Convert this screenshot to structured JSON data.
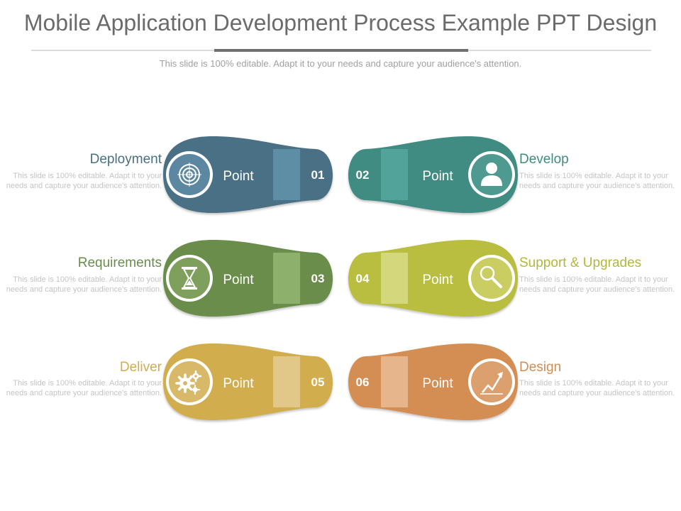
{
  "title": "Mobile Application Development Process Example PPT Design",
  "subtitle": "This slide is 100% editable. Adapt it to your needs and capture your audience's attention.",
  "steps": [
    {
      "number": "01",
      "heading": "Deployment",
      "point": "Point",
      "icon": "target-icon",
      "color": "#4a7085",
      "description": "This slide is 100% editable. Adapt it to your needs and capture your audience's attention."
    },
    {
      "number": "02",
      "heading": "Develop",
      "point": "Point",
      "icon": "user-icon",
      "color": "#3f8b82",
      "description": "This slide is 100% editable. Adapt it to your needs and capture your audience's attention."
    },
    {
      "number": "03",
      "heading": "Requirements",
      "point": "Point",
      "icon": "hourglass-icon",
      "color": "#6b8d4b",
      "description": "This slide is 100% editable. Adapt it to your needs and capture your audience's attention."
    },
    {
      "number": "04",
      "heading": "Support  & Upgrades",
      "point": "Point",
      "icon": "magnifier-icon",
      "color": "#b9be3f",
      "description": "This slide is 100% editable. Adapt it to your needs and capture your audience's attention."
    },
    {
      "number": "05",
      "heading": "Deliver",
      "point": "Point",
      "icon": "gears-icon",
      "color": "#d2ad4d",
      "description": "This slide is 100% editable. Adapt it to your needs and capture your audience's attention."
    },
    {
      "number": "06",
      "heading": "Design",
      "point": "Point",
      "icon": "growth-chart-icon",
      "color": "#d48d53",
      "description": "This slide is 100% editable. Adapt it to your needs and capture your audience's attention."
    }
  ]
}
